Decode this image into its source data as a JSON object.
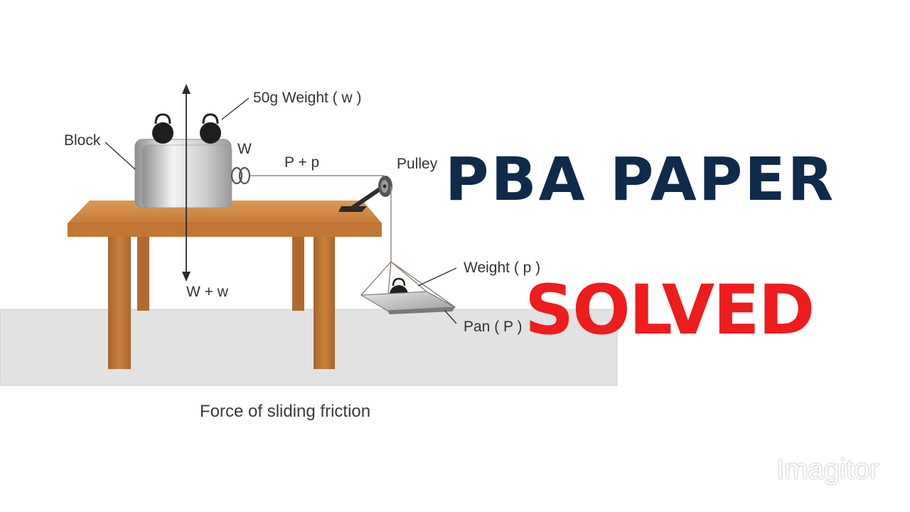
{
  "diagram": {
    "labels": {
      "weight_50g": "50g Weight ( w )",
      "block": "Block",
      "block_weight": "W",
      "string_tension": "P + p",
      "pulley": "Pulley",
      "pan_weight": "Weight ( p )",
      "pan": "Pan ( P )",
      "downward_force": "W + w"
    },
    "caption": "Force of sliding friction"
  },
  "overlay": {
    "title": "PBA PAPER",
    "subtitle": "SOLVED",
    "watermark": "Imagitor"
  },
  "colors": {
    "title": "#0f2a4a",
    "subtitle": "#ee1c1c",
    "floor": "#e2e2e2",
    "table_top": "#d08a45",
    "table_leg": "#b8733a"
  }
}
